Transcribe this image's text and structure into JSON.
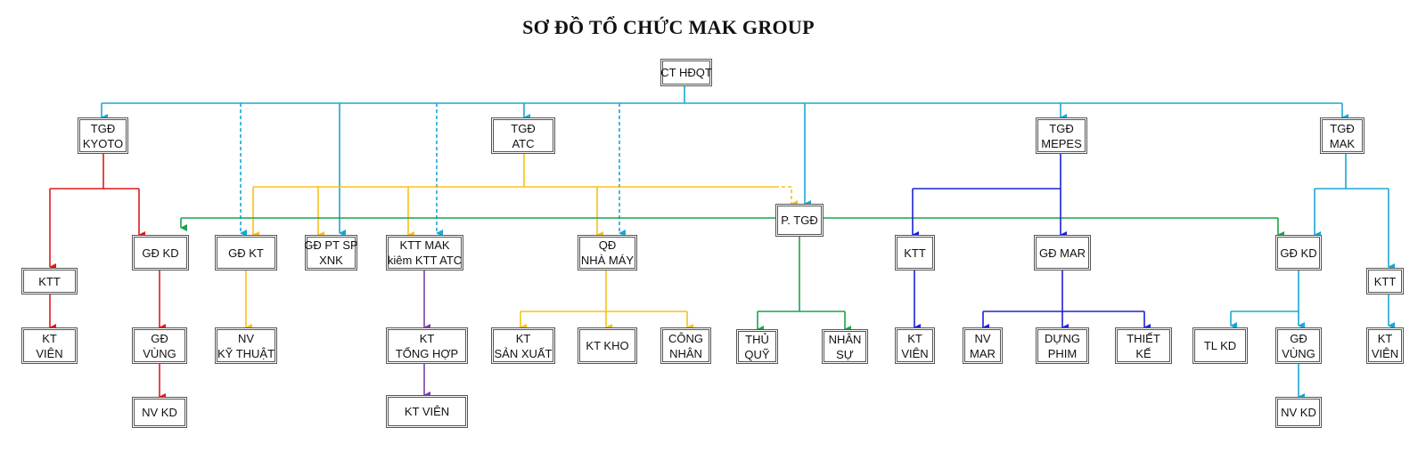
{
  "title": "SƠ ĐỒ TỔ CHỨC MAK GROUP",
  "colors": {
    "cyan": "#1aa7d6",
    "yellow": "#f5c21a",
    "red": "#e01a1a",
    "green": "#1aa34a",
    "blue": "#1a22d6",
    "purple": "#7a3fa8"
  },
  "nodes": {
    "ct_hdqt": [
      "CT HĐQT"
    ],
    "tgd_kyoto": [
      "TGĐ",
      "KYOTO"
    ],
    "tgd_atc": [
      "TGĐ",
      "ATC"
    ],
    "tgd_mepes": [
      "TGĐ",
      "MEPES"
    ],
    "tgd_mak": [
      "TGĐ",
      "MAK"
    ],
    "p_tgd": [
      "P. TGĐ"
    ],
    "ktt_kyoto": [
      "KTT"
    ],
    "kt_vien_1": [
      "KT",
      "VIÊN"
    ],
    "gd_kd_1": [
      "GĐ KD"
    ],
    "gd_vung_1": [
      "GĐ",
      "VÙNG"
    ],
    "nv_kd_1": [
      "NV KD"
    ],
    "gd_kt": [
      "GĐ KT"
    ],
    "nv_ky_thuat": [
      "NV",
      "KỸ THUẬT"
    ],
    "gd_pt_sp": [
      "GĐ PT SP",
      "XNK"
    ],
    "ktt_mak": [
      "KTT MAK",
      "kiêm KTT ATC"
    ],
    "kt_tong_hop": [
      "KT",
      "TỔNG HỢP"
    ],
    "kt_vien_2": [
      "KT VIÊN"
    ],
    "qd_nha_may": [
      "QĐ",
      "NHÀ MÁY"
    ],
    "kt_san_xuat": [
      "KT",
      "SẢN XUẤT"
    ],
    "kt_kho": [
      "KT KHO"
    ],
    "cong_nhan": [
      "CÔNG",
      "NHÂN"
    ],
    "thu_quy": [
      "THỦ",
      "QUỸ"
    ],
    "nhan_su": [
      "NHÂN",
      "SỰ"
    ],
    "ktt_mepes": [
      "KTT"
    ],
    "kt_vien_3": [
      "KT",
      "VIÊN"
    ],
    "gd_mar": [
      "GĐ MAR"
    ],
    "nv_mar": [
      "NV",
      "MAR"
    ],
    "dung_phim": [
      "DỰNG",
      "PHIM"
    ],
    "thiet_ke": [
      "THIẾT",
      "KẾ"
    ],
    "gd_kd_2": [
      "GĐ KD"
    ],
    "tl_kd": [
      "TL KD"
    ],
    "gd_vung_2": [
      "GĐ",
      "VÙNG"
    ],
    "nv_kd_2": [
      "NV KD"
    ],
    "ktt_mak2": [
      "KTT"
    ],
    "kt_vien_4": [
      "KT",
      "VIÊN"
    ]
  }
}
